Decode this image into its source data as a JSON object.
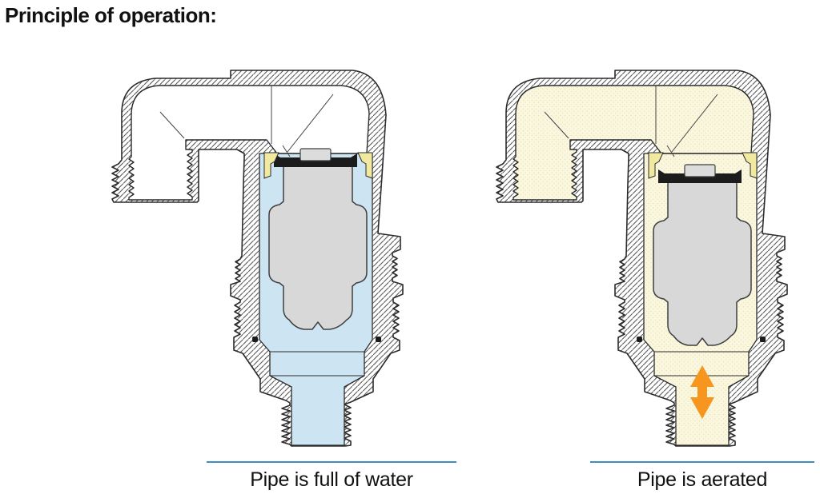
{
  "page": {
    "title": "Principle of operation:"
  },
  "diagrams": [
    {
      "id": "pipe-full-of-water",
      "caption": "Pipe is full of water",
      "valve_state": "closed (float raised, seal pressed against nozzle)",
      "fill_medium": "water"
    },
    {
      "id": "pipe-aerated",
      "caption": "Pipe is aerated",
      "valve_state": "open (float dropped, air escapes through nozzle)",
      "fill_medium": "air"
    }
  ],
  "icons": {
    "airflow_arrow": "double-vertical-arrow"
  },
  "colors": {
    "water_fill": "#CDE4F2",
    "air_fill": "#FAF7DE",
    "air_dot": "#DCD7A6",
    "cavity_white": "#FFFFFF",
    "seal_yellow": "#F2E9A0",
    "float_gray": "#D8D8D9",
    "float_cap_gray": "#DCDCDC",
    "seal_black": "#1C1C1C",
    "arrow_orange": "#F6961E",
    "hatch_line": "#5A5A5A",
    "outline": "#2B2B2B",
    "float_outline": "#3F3F3F",
    "thin_line": "#444444",
    "caption_rule": "#3E8EC4",
    "text": "#111111"
  }
}
